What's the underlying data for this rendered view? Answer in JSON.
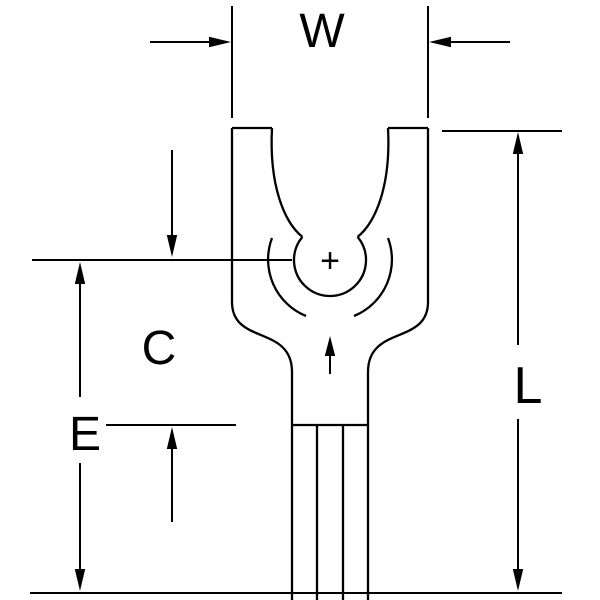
{
  "diagram": {
    "kind": "fork-terminal-dimension-drawing",
    "background": "#ffffff",
    "line_color": "#000000",
    "labels": {
      "w": "W",
      "c": "C",
      "e": "E",
      "l": "L"
    },
    "center_mark": "+"
  }
}
